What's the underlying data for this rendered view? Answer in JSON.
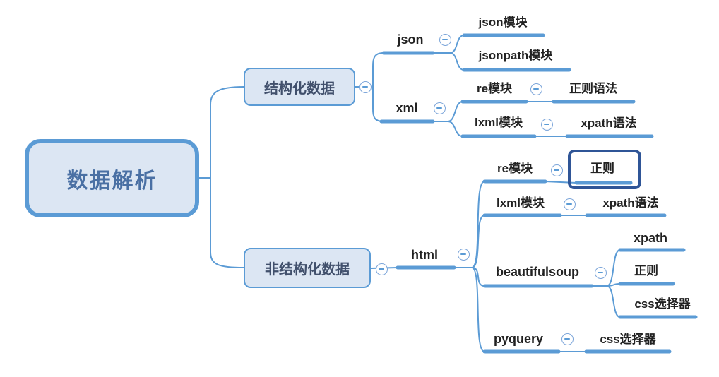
{
  "colors": {
    "branch_line": "#5b9bd5",
    "node_fill": "#dce6f3",
    "node_border": "#5b9bd5",
    "root_text": "#4a70a4",
    "box_text": "#41506c",
    "label_text": "#222222",
    "selection_border": "#2f5597",
    "collapse_button_border": "#7da6da"
  },
  "icons": {
    "collapse": "minus-circle-icon",
    "collapse_glyph": "−"
  },
  "tree": {
    "label": "数据解析",
    "children": [
      {
        "label": "结构化数据",
        "children": [
          {
            "label": "json",
            "children": [
              {
                "label": "json模块"
              },
              {
                "label": "jsonpath模块"
              }
            ]
          },
          {
            "label": "xml",
            "children": [
              {
                "label": "re模块",
                "children": [
                  {
                    "label": "正则语法"
                  }
                ]
              },
              {
                "label": "lxml模块",
                "children": [
                  {
                    "label": "xpath语法"
                  }
                ]
              }
            ]
          }
        ]
      },
      {
        "label": "非结构化数据",
        "children": [
          {
            "label": "html",
            "children": [
              {
                "label": "re模块",
                "children": [
                  {
                    "label": "正则",
                    "selected": true
                  }
                ]
              },
              {
                "label": "lxml模块",
                "children": [
                  {
                    "label": "xpath语法"
                  }
                ]
              },
              {
                "label": "beautifulsoup",
                "children": [
                  {
                    "label": "xpath"
                  },
                  {
                    "label": "正则"
                  },
                  {
                    "label": "css选择器"
                  }
                ]
              },
              {
                "label": "pyquery",
                "children": [
                  {
                    "label": "css选择器"
                  }
                ]
              }
            ]
          }
        ]
      }
    ]
  }
}
